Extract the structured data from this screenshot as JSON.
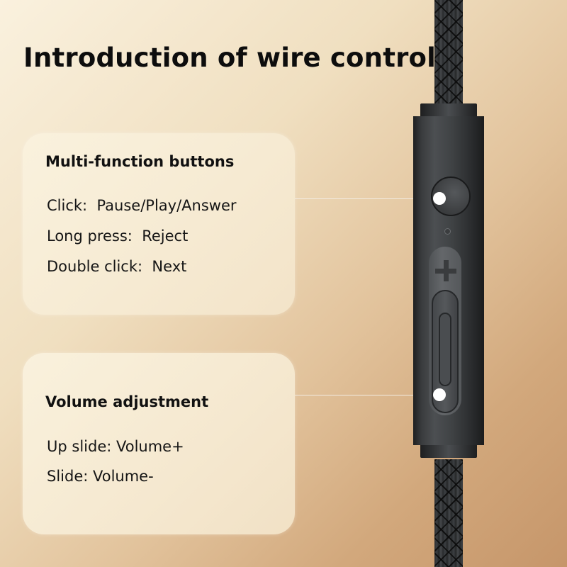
{
  "title": "Introduction of wire control",
  "cards": [
    {
      "heading": "Multi-function buttons",
      "lines": [
        "Click:  Pause/Play/Answer",
        "Long press:  Reject",
        "Double click:  Next"
      ]
    },
    {
      "heading": "Volume adjustment",
      "lines": [
        "Up slide: Volume+",
        "Slide: Volume-"
      ]
    }
  ],
  "device": {
    "buttons": [
      "multi-function-button",
      "volume-slider"
    ],
    "icons": [
      "plus-icon",
      "microphone-hole-icon"
    ]
  },
  "colors": {
    "background_start": "#faf1de",
    "background_end": "#c6966a",
    "device_body": "#3a3c3e",
    "indicator_dot": "#ffffff"
  }
}
